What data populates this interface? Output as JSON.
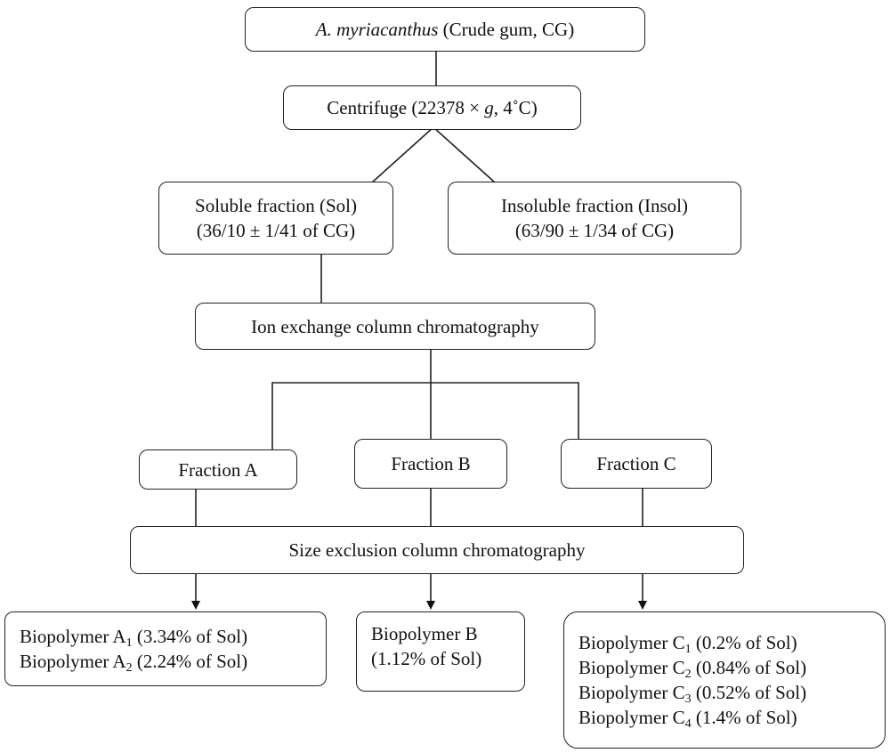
{
  "nodes": {
    "crude_gum": {
      "italic": "A.  myriacanthus",
      "rest": " (Crude gum, CG)"
    },
    "centrifuge": {
      "pre": "Centrifuge (22378 × ",
      "italic": "g",
      "post": ", 4˚C)"
    },
    "soluble": {
      "line1": "Soluble fraction (Sol)",
      "line2": "(36/10 ± 1/41 of CG)"
    },
    "insoluble": {
      "line1": "Insoluble fraction (Insol)",
      "line2": "(63/90 ± 1/34 of CG)"
    },
    "ion_exchange": {
      "label": "Ion exchange column chromatography"
    },
    "fraction_a": {
      "label": "Fraction A"
    },
    "fraction_b": {
      "label": "Fraction B"
    },
    "fraction_c": {
      "label": "Fraction C"
    },
    "size_exclusion": {
      "label": "Size exclusion column chromatography"
    },
    "biopolymer_a": [
      {
        "pre": "Biopolymer A",
        "sub": "1",
        "post": " (3.34% of Sol)"
      },
      {
        "pre": "Biopolymer A",
        "sub": "2",
        "post": " (2.24% of Sol)"
      }
    ],
    "biopolymer_b": {
      "line1": "Biopolymer B",
      "line2": "(1.12% of Sol)"
    },
    "biopolymer_c": [
      {
        "pre": "Biopolymer C",
        "sub": "1",
        "post": " (0.2% of Sol)"
      },
      {
        "pre": "Biopolymer C",
        "sub": "2",
        "post": " (0.84% of Sol)"
      },
      {
        "pre": "Biopolymer C",
        "sub": "3",
        "post": " (0.52% of Sol)"
      },
      {
        "pre": "Biopolymer C",
        "sub": "4",
        "post": " (1.4% of Sol)"
      }
    ]
  }
}
